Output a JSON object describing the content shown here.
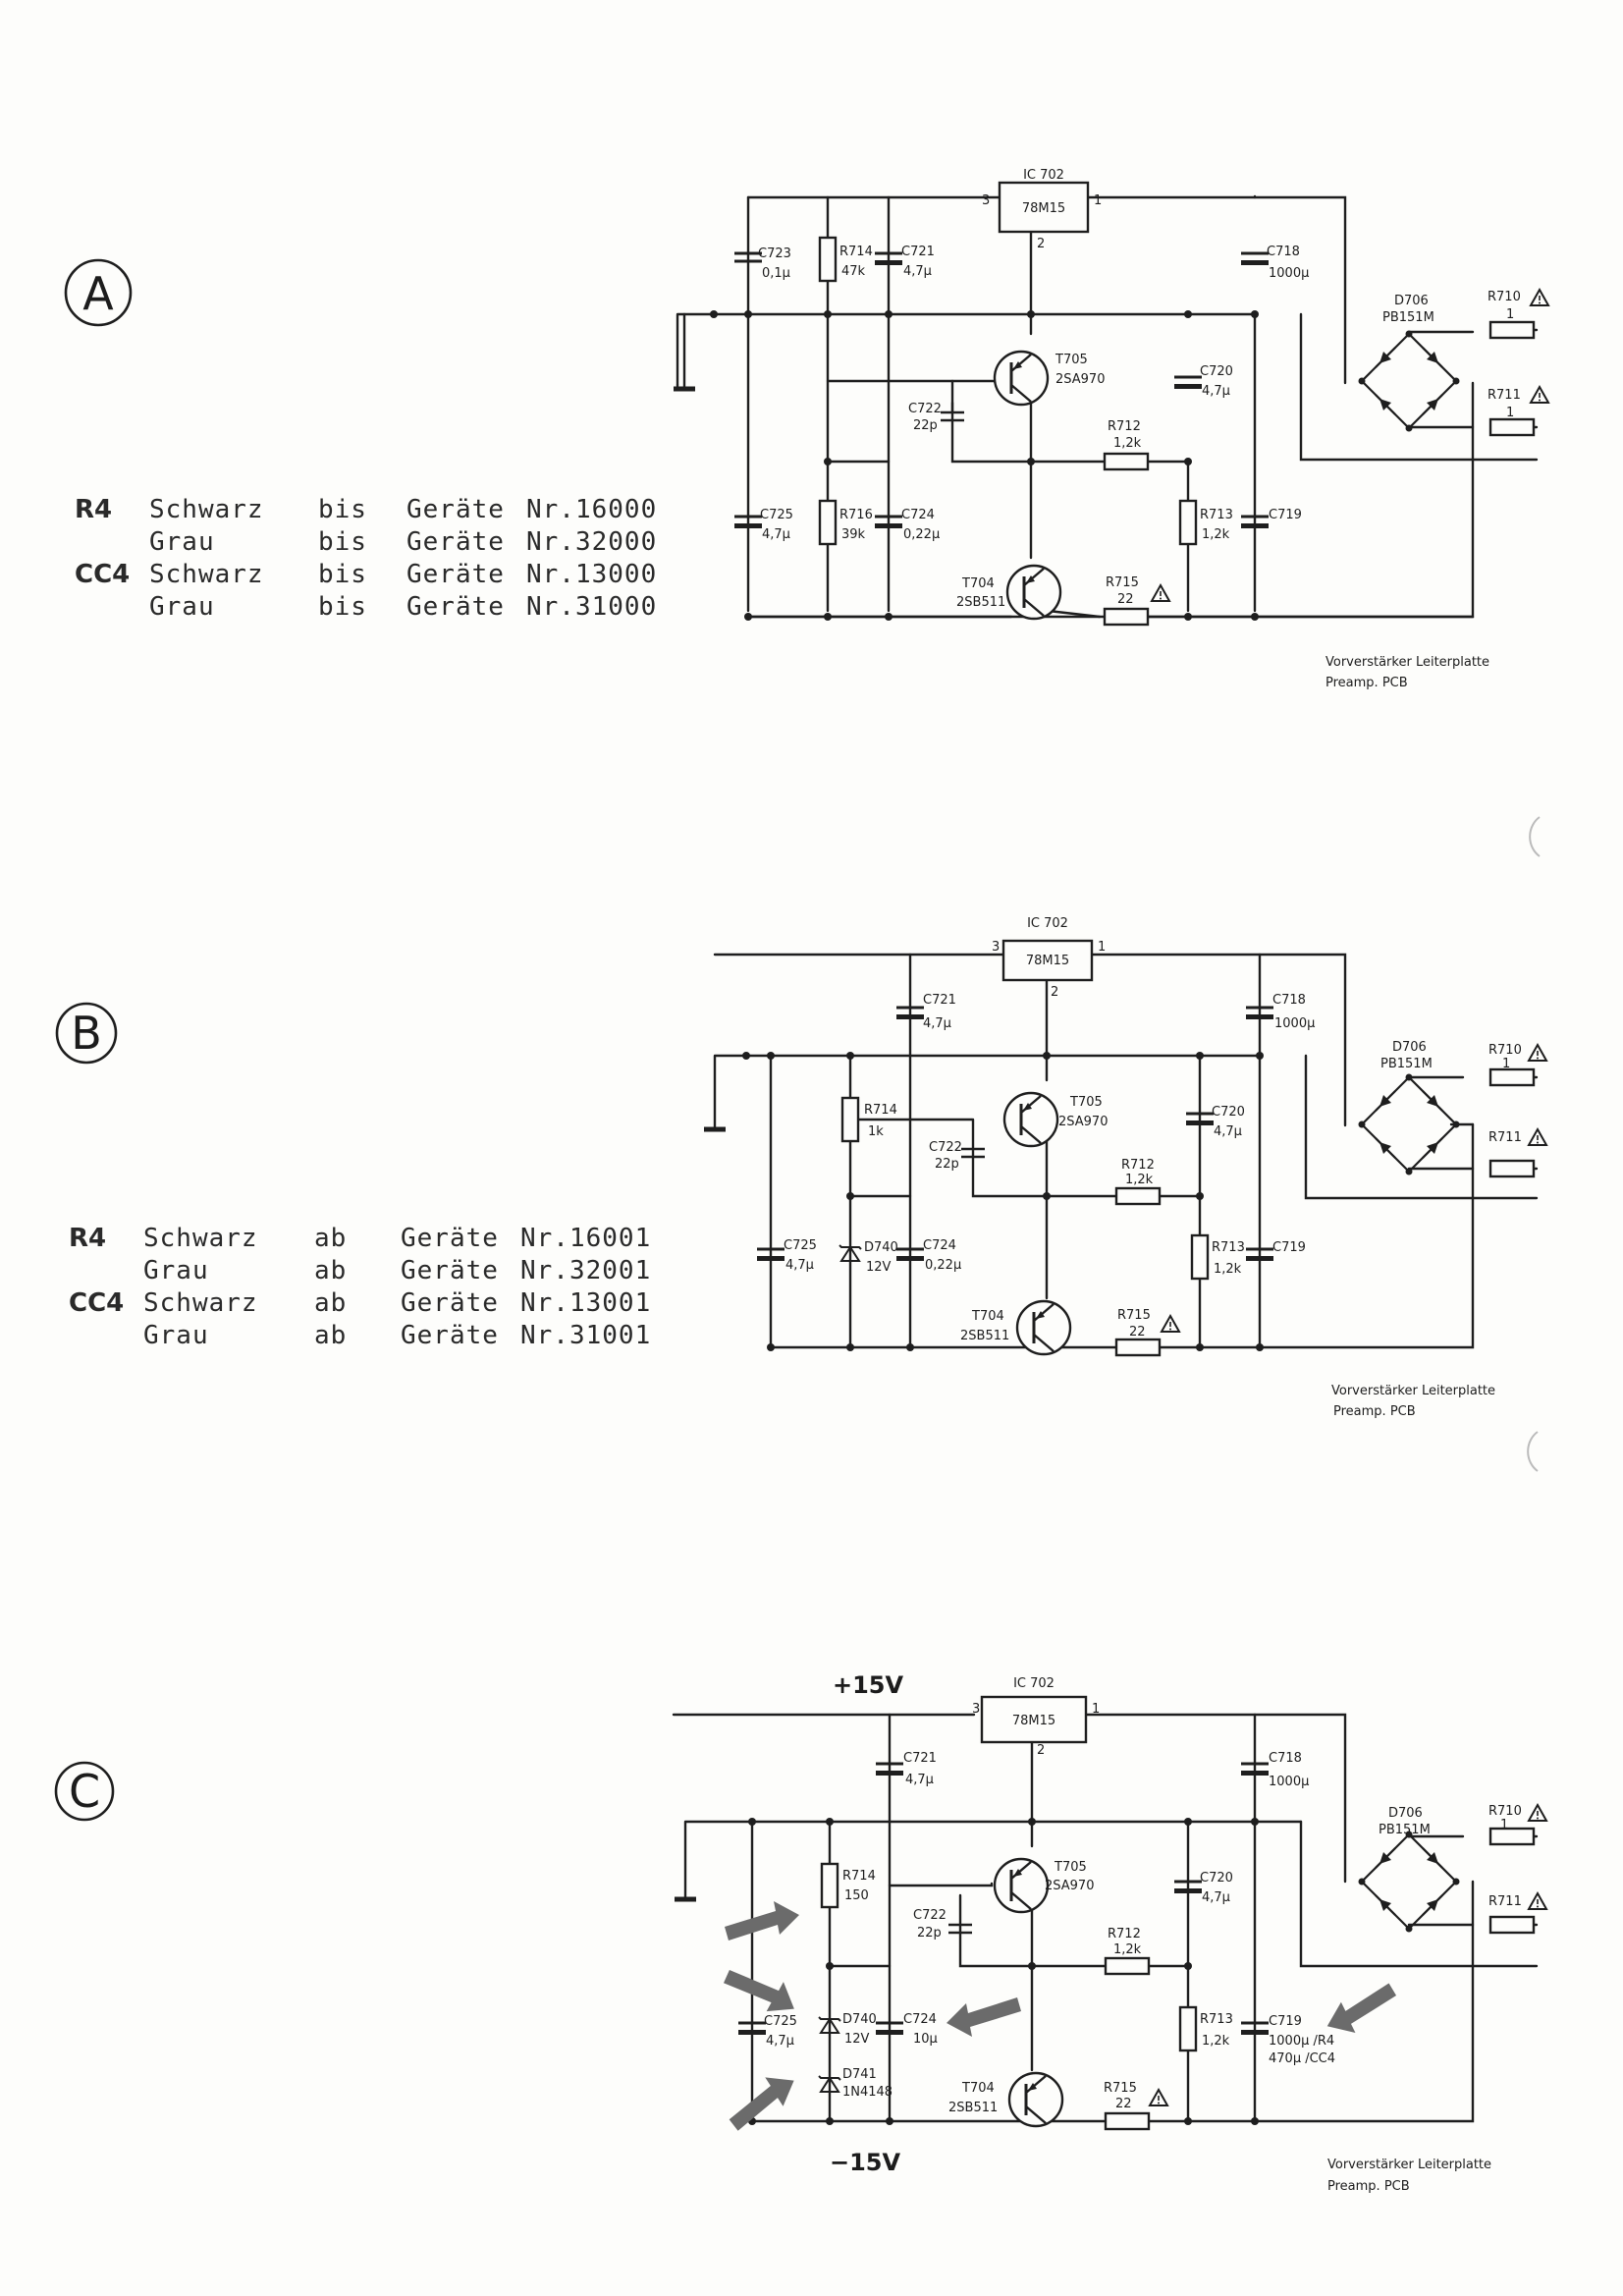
{
  "sections": [
    {
      "marker": "A",
      "table": [
        {
          "model": "R4",
          "color": "Schwarz",
          "word": "bis",
          "geraete": "Geräte",
          "nr": "Nr.16000"
        },
        {
          "model": "",
          "color": "Grau",
          "word": "bis",
          "geraete": "Geräte",
          "nr": "Nr.32000"
        },
        {
          "model": "CC4",
          "color": "Schwarz",
          "word": "bis",
          "geraete": "Geräte",
          "nr": "Nr.13000"
        },
        {
          "model": "",
          "color": "Grau",
          "word": "bis",
          "geraete": "Geräte",
          "nr": "Nr.31000"
        }
      ],
      "labels": {
        "ic": "IC 702",
        "reg": "78M15",
        "pin1": "1",
        "pin2": "2",
        "pin3": "3",
        "c723": "C723",
        "c723v": "0,1µ",
        "r714": "R714",
        "r714v": "47k",
        "c721": "C721",
        "c721v": "4,7µ",
        "c718": "C718",
        "c718v": "1000µ",
        "d706": "D706",
        "d706v": "PB151M",
        "r710": "R710",
        "r711": "R711",
        "one": "1",
        "t705": "T705",
        "t705v": "2SA970",
        "c720": "C720",
        "c720v": "4,7µ",
        "c722": "C722",
        "c722v": "22p",
        "r712": "R712",
        "r712v": "1,2k",
        "c725": "C725",
        "c725v": "4,7µ",
        "r716": "R716",
        "r716v": "39k",
        "c724": "C724",
        "c724v": "0,22µ",
        "r713": "R713",
        "r713v": "1,2k",
        "c719": "C719",
        "t704": "T704",
        "t704v": "2SB511",
        "r715": "R715",
        "r715v": "22",
        "pcb1": "Vorverstärker Leiterplatte",
        "pcb2": "Preamp. PCB"
      }
    },
    {
      "marker": "B",
      "table": [
        {
          "model": "R4",
          "color": "Schwarz",
          "word": "ab",
          "geraete": "Geräte",
          "nr": "Nr.16001"
        },
        {
          "model": "",
          "color": "Grau",
          "word": "ab",
          "geraete": "Geräte",
          "nr": "Nr.32001"
        },
        {
          "model": "CC4",
          "color": "Schwarz",
          "word": "ab",
          "geraete": "Geräte",
          "nr": "Nr.13001"
        },
        {
          "model": "",
          "color": "Grau",
          "word": "ab",
          "geraete": "Geräte",
          "nr": "Nr.31001"
        }
      ],
      "labels": {
        "ic": "IC 702",
        "reg": "78M15",
        "pin1": "1",
        "pin2": "2",
        "pin3": "3",
        "c721": "C721",
        "c721v": "4,7µ",
        "c718": "C718",
        "c718v": "1000µ",
        "d706": "D706",
        "d706v": "PB151M",
        "r710": "R710",
        "r711": "R711",
        "one": "1",
        "r714": "R714",
        "r714v": "1k",
        "t705": "T705",
        "t705v": "2SA970",
        "c720": "C720",
        "c720v": "4,7µ",
        "c722": "C722",
        "c722v": "22p",
        "r712": "R712",
        "r712v": "1,2k",
        "c725": "C725",
        "c725v": "4,7µ",
        "d740": "D740",
        "d740v": "12V",
        "c724": "C724",
        "c724v": "0,22µ",
        "r713": "R713",
        "r713v": "1,2k",
        "c719": "C719",
        "t704": "T704",
        "t704v": "2SB511",
        "r715": "R715",
        "r715v": "22",
        "pcb1": "Vorverstärker Leiterplatte",
        "pcb2": "Preamp. PCB"
      }
    },
    {
      "marker": "C",
      "labels": {
        "plus": "+15V",
        "minus": "−15V",
        "ic": "IC 702",
        "reg": "78M15",
        "pin1": "1",
        "pin2": "2",
        "pin3": "3",
        "c721": "C721",
        "c721v": "4,7µ",
        "c718": "C718",
        "c718v": "1000µ",
        "d706": "D706",
        "d706v": "PB151M",
        "r710": "R710",
        "r711": "R711",
        "one": "1",
        "r714": "R714",
        "r714v": "150",
        "t705": "T705",
        "t705v": "2SA970",
        "c720": "C720",
        "c720v": "4,7µ",
        "c722": "C722",
        "c722v": "22p",
        "r712": "R712",
        "r712v": "1,2k",
        "c725": "C725",
        "c725v": "4,7µ",
        "d740": "D740",
        "d740v": "12V",
        "c724": "C724",
        "c724v": "10µ",
        "d741": "D741",
        "d741v": "1N4148",
        "r713": "R713",
        "r713v": "1,2k",
        "c719": "C719",
        "c719v1": "1000µ /R4",
        "c719v2": "470µ /CC4",
        "t704": "T704",
        "t704v": "2SB511",
        "r715": "R715",
        "r715v": "22",
        "pcb1": "Vorverstärker Leiterplatte",
        "pcb2": "Preamp. PCB"
      }
    }
  ]
}
